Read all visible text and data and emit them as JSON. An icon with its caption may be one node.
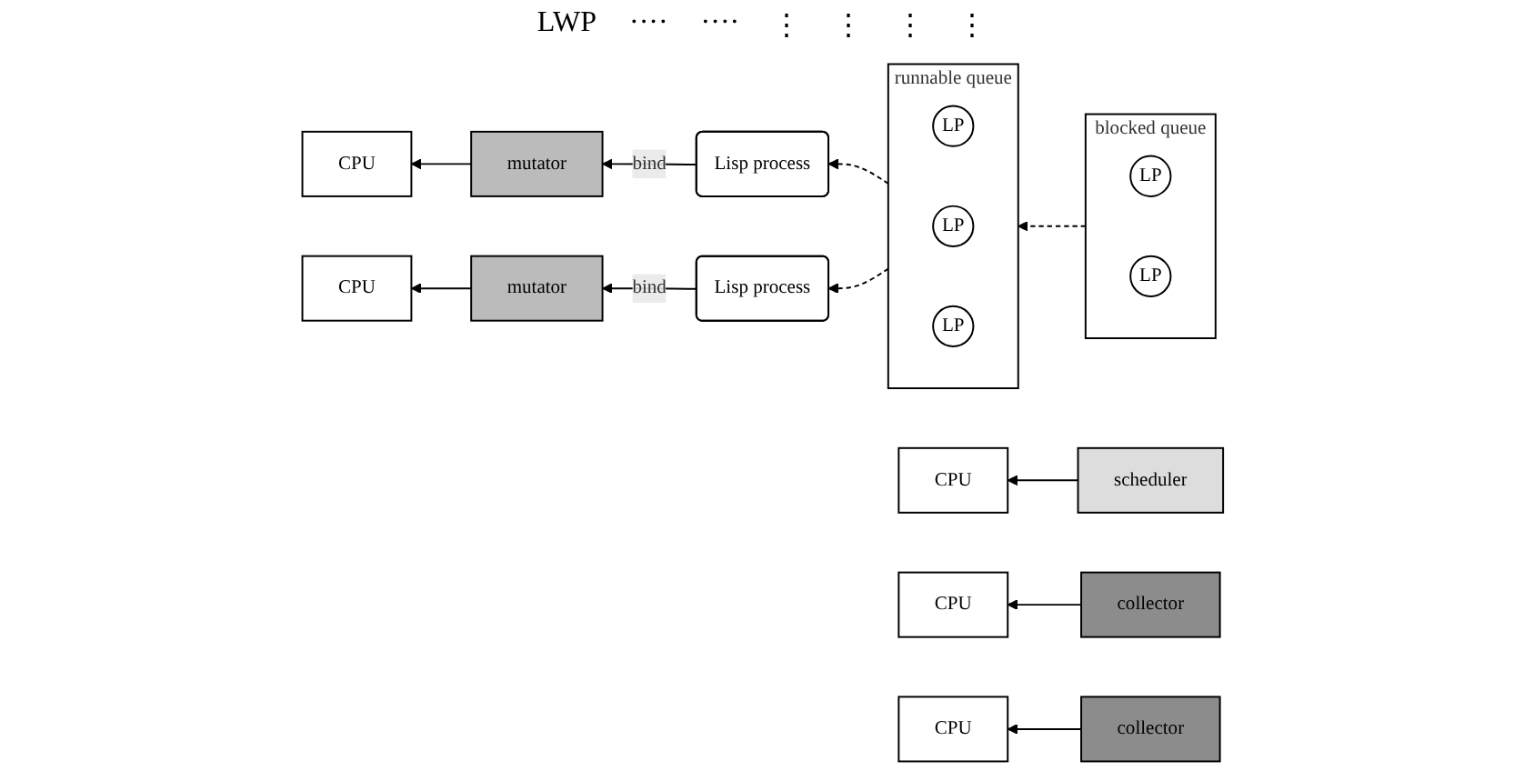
{
  "diagram": {
    "nodes": [
      {
        "text": [
          "CPU"
        ]
      },
      {
        "text": [
          "scheduler"
        ]
      },
      {
        "text": [
          "CPU"
        ]
      },
      {
        "text": [
          "mutator"
        ]
      },
      {
        "text": [
          "Lisp process"
        ]
      },
      {
        "text": [
          "CPU"
        ]
      },
      {
        "text": [
          "mutator"
        ]
      },
      {
        "text": [
          "Lisp process"
        ]
      },
      {
        "text": [
          "CPU"
        ]
      },
      {
        "text": [
          "collector"
        ]
      },
      {
        "text": [
          "CPU"
        ]
      },
      {
        "text": [
          "collector"
        ]
      },
      {
        "text": [
          "runnable queue"
        ]
      },
      {
        "text": [
          "LP"
        ],
        "in": 12
      },
      {
        "text": [
          "LP"
        ],
        "in": 12
      },
      {
        "text": [
          "LP"
        ],
        "in": 12
      },
      {
        "text": [
          "blocked queue"
        ]
      },
      {
        "text": [
          "LP"
        ],
        "in": 16
      },
      {
        "text": [
          "LP"
        ],
        "in": 16
      }
    ],
    "edges": [
      {
        "from": 1,
        "to": 0,
        "arrow": "to"
      },
      {
        "from": 4,
        "to": 3,
        "arrow": "to",
        "label": "bind"
      },
      {
        "from": 3,
        "to": 2,
        "arrow": "to"
      },
      {
        "from": 7,
        "to": 6,
        "arrow": "to",
        "label": "bind"
      },
      {
        "from": 6,
        "to": 5,
        "arrow": "to"
      },
      {
        "from": 9,
        "to": 8,
        "arrow": "to"
      },
      {
        "from": 11,
        "to": 10,
        "arrow": "to"
      },
      {
        "from": 12,
        "to": 4,
        "arrow": "to",
        "style": "dashed"
      },
      {
        "from": 12,
        "to": 7,
        "arrow": "to",
        "style": "dashed"
      },
      {
        "from": 16,
        "to": 12,
        "arrow": "to",
        "style": "dashed"
      }
    ],
    "labels": [
      "LWP",
      "····",
      "····",
      "⋮",
      "⋮",
      "⋮",
      "⋮"
    ]
  }
}
